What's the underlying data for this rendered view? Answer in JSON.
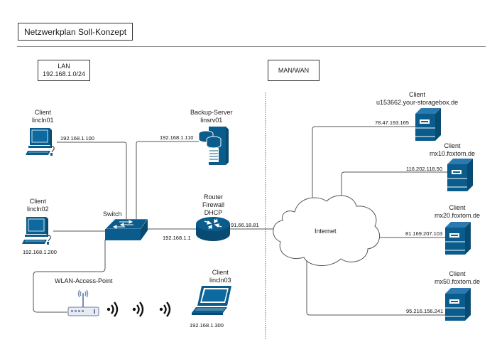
{
  "title": "Netzwerkplan Soll-Konzept",
  "zones": {
    "lan": {
      "label": "LAN",
      "subnet": "192.168.1.0/24"
    },
    "wan": {
      "label": "MAN/WAN"
    }
  },
  "lan_devices": {
    "client1": {
      "label1": "Client",
      "label2": "lincln01",
      "ip": "192.168.1.100",
      "icon": "desktop-pc-icon"
    },
    "client2": {
      "label1": "Client",
      "label2": "lincln02",
      "ip": "192.168.1.200",
      "icon": "desktop-pc-icon"
    },
    "client3": {
      "label1": "Client",
      "label2": "lincln03",
      "ip": "192.168.1.300",
      "icon": "laptop-icon"
    },
    "backup": {
      "label1": "Backup-Server",
      "label2": "linsrv01",
      "ip": "192.168.1.110",
      "icon": "database-server-icon"
    },
    "switch": {
      "label": "Switch",
      "icon": "switch-icon"
    },
    "router": {
      "label1": "Router",
      "label2": "Firewall",
      "label3": "DHCP",
      "ip_lan": "192.168.1.1",
      "ip_wan": "91.66.18.81",
      "icon": "router-icon"
    },
    "ap": {
      "label": "WLAN-Access-Point",
      "icon": "wireless-access-point-icon"
    }
  },
  "internet": {
    "label": "Internet",
    "icon": "cloud-icon"
  },
  "wan_servers": [
    {
      "label1": "Client",
      "label2": "u153662.your-storagebox.de",
      "ip": "78.47.193.165"
    },
    {
      "label1": "Client",
      "label2": "mx10.foxtom.de",
      "ip": "116.202.118.50"
    },
    {
      "label1": "Client",
      "label2": "mx20.foxtom.de",
      "ip": "81.169.207.103"
    },
    {
      "label1": "Client",
      "label2": "mx50.foxtom.de",
      "ip": "95.216.156.241"
    }
  ],
  "colors": {
    "device": "#0a5c8c",
    "device_dark": "#074a72",
    "line": "#555555"
  }
}
